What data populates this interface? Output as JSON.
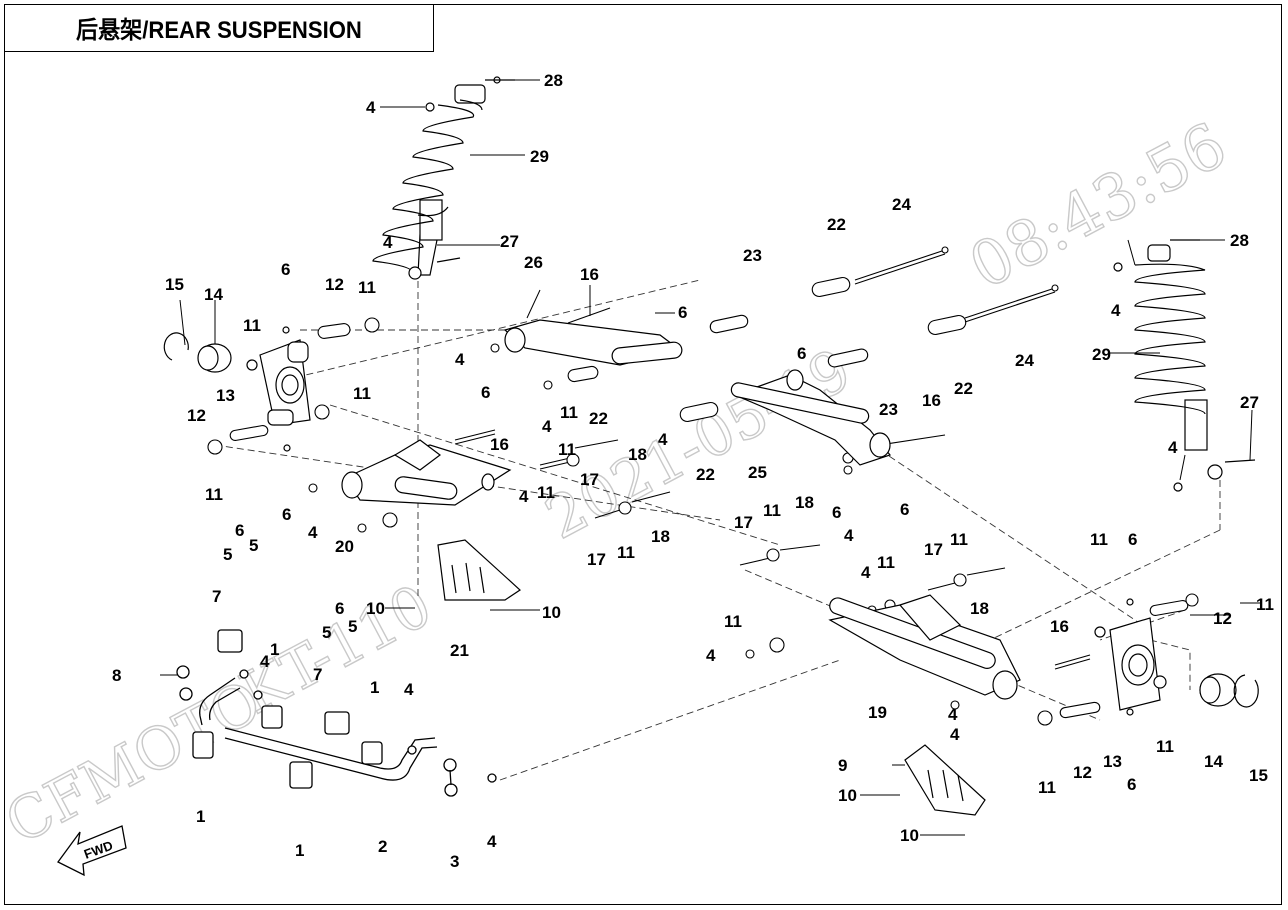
{
  "title": "后悬架/REAR SUSPENSION",
  "watermark": {
    "brand": "CFMOTO",
    "model": "KT-110",
    "date": "2021-05-19",
    "time": "08:43:56"
  },
  "fwd_label": "FWD",
  "callouts": {
    "c1": "28",
    "c2": "4",
    "c3": "29",
    "c4": "4",
    "c5": "27",
    "c6": "26",
    "c7": "16",
    "c8": "6",
    "c9": "15",
    "c10": "14",
    "c11": "6",
    "c12": "12",
    "c13": "11",
    "c14": "11",
    "c15": "13",
    "c16": "11",
    "c17": "12",
    "c18": "11",
    "c19": "6",
    "c20": "4",
    "c21": "6",
    "c22": "22",
    "c23": "4",
    "c24": "11",
    "c25": "16",
    "c26": "4",
    "c27": "11",
    "c28": "17",
    "c29": "18",
    "c30": "4",
    "c31": "20",
    "c32": "4",
    "c33": "11",
    "c34": "17",
    "c35": "11",
    "c36": "18",
    "c37": "10",
    "c38": "21",
    "c39": "10",
    "c40": "6",
    "c41": "5",
    "c42": "5",
    "c43": "7",
    "c44": "1",
    "c45": "4",
    "c46": "8",
    "c47": "6",
    "c48": "5",
    "c49": "5",
    "c50": "7",
    "c51": "1",
    "c52": "4",
    "c53": "1",
    "c54": "1",
    "c55": "2",
    "c56": "3",
    "c57": "4",
    "c58": "23",
    "c59": "22",
    "c60": "24",
    "c61": "6",
    "c62": "22",
    "c63": "25",
    "c64": "23",
    "c65": "22",
    "c66": "24",
    "c67": "16",
    "c68": "4",
    "c69": "28",
    "c70": "4",
    "c71": "29",
    "c72": "27",
    "c73": "4",
    "c74": "17",
    "c75": "11",
    "c76": "18",
    "c77": "6",
    "c78": "4",
    "c79": "4",
    "c80": "11",
    "c81": "6",
    "c82": "11",
    "c83": "17",
    "c84": "18",
    "c85": "11",
    "c86": "6",
    "c87": "11",
    "c88": "12",
    "c89": "11",
    "c90": "4",
    "c91": "16",
    "c92": "19",
    "c93": "4",
    "c94": "9",
    "c95": "10",
    "c96": "10",
    "c97": "11",
    "c98": "12",
    "c99": "13",
    "c100": "6",
    "c101": "11",
    "c102": "14",
    "c103": "15"
  }
}
